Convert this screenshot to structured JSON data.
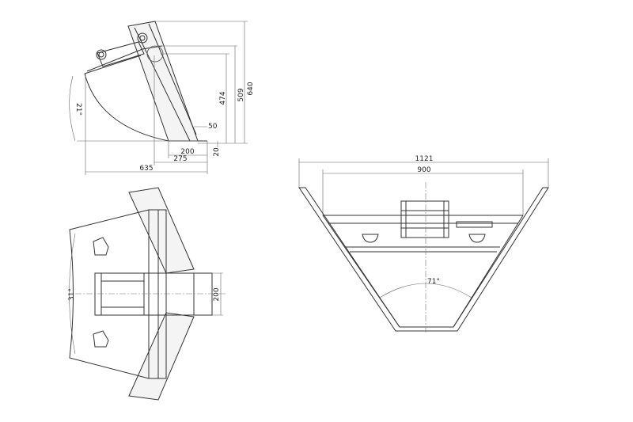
{
  "drawing": {
    "side_view": {
      "dim_640": "640",
      "dim_509": "509",
      "dim_474": "474",
      "dim_50": "50",
      "dim_20": "20",
      "dim_200": "200",
      "dim_275": "275",
      "dim_635": "635",
      "angle_21": "21°"
    },
    "top_view": {
      "angle_31": "31°",
      "dim_200": "200"
    },
    "front_view": {
      "dim_1121": "1121",
      "dim_900": "900",
      "angle_71": "71°"
    }
  }
}
